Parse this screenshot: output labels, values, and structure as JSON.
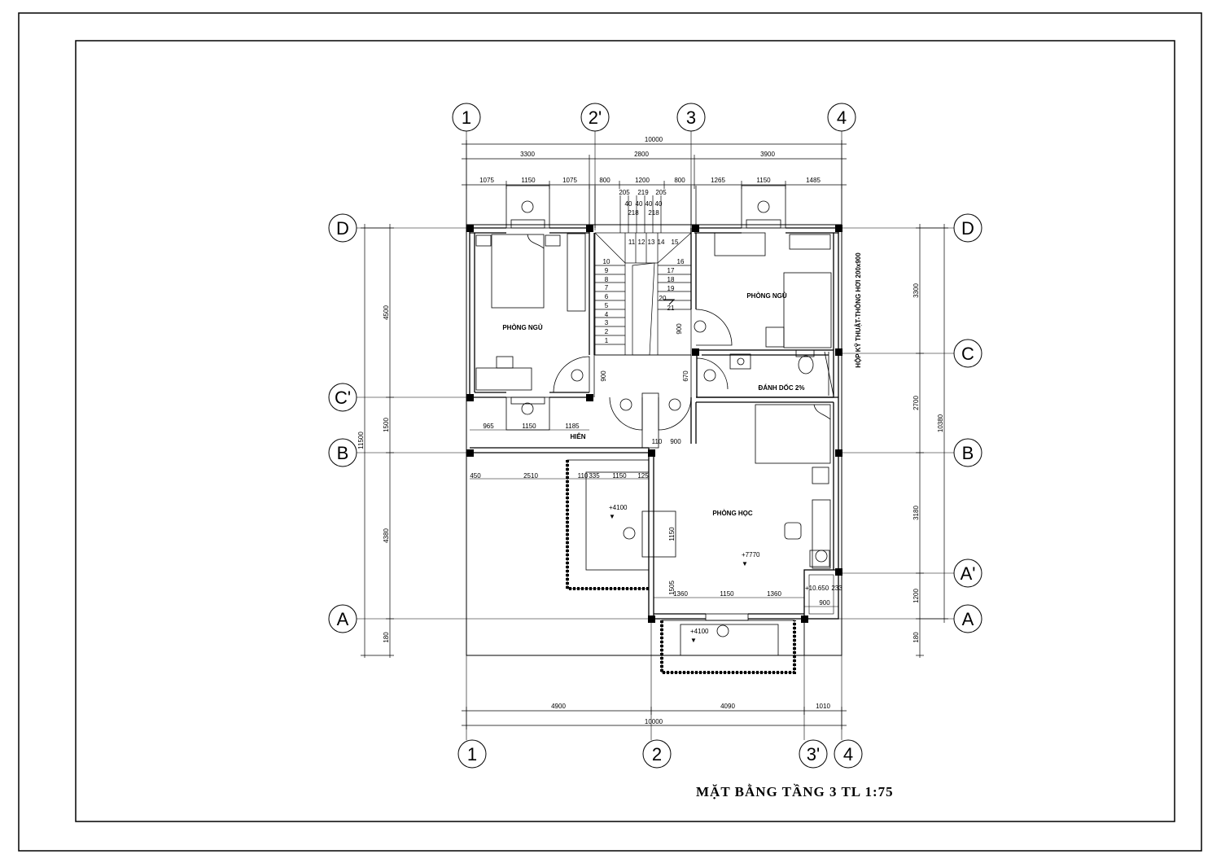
{
  "title": "MẶT BẰNG TẦNG 3 TL 1:75",
  "grid_top": [
    "1",
    "2'",
    "3",
    "4"
  ],
  "grid_bottom": [
    "1",
    "2",
    "3'",
    "4"
  ],
  "grid_left": [
    "D",
    "C'",
    "B",
    "A"
  ],
  "grid_right": [
    "D",
    "C",
    "B",
    "A'",
    "A"
  ],
  "dims_top_total": "10000",
  "dims_top_mid": [
    "3300",
    "2800",
    "3900"
  ],
  "dims_top_detail": [
    "1075",
    "1150",
    "1075",
    "800",
    "1200",
    "800",
    "1265",
    "1150",
    "1485"
  ],
  "dims_bottom_total": "10000",
  "dims_bottom": [
    "4900",
    "4090",
    "1010"
  ],
  "dims_left_total": "11500",
  "dims_left": [
    "4500",
    "1500",
    "4380",
    "180"
  ],
  "dims_right_total": "10380",
  "dims_right": [
    "3300",
    "2700",
    "3180",
    "1200",
    "180"
  ],
  "rooms": {
    "bedroom_left": "PHÒNG NGỦ",
    "bedroom_right": "PHÒNG NGỦ",
    "study": "PHÒNG HỌC",
    "balcony": "HIÊN",
    "slope": "ĐÁNH DỐC 2%",
    "duct": "HỘP KỸ THUẬT-THÔNG HƠI 200x900"
  },
  "levels": {
    "roof_left": "+4100",
    "roof_bottom": "+4100",
    "floor": "+7770",
    "top": "+10.650"
  },
  "inner_dims": {
    "hien": [
      "965",
      "1150",
      "1185"
    ],
    "under_b": [
      "450",
      "2510",
      "110",
      "335",
      "1150",
      "125"
    ],
    "study_bottom": [
      "1360",
      "1150",
      "1360"
    ],
    "corridor": [
      "110",
      "900"
    ],
    "door_left": "900",
    "door_right": "900",
    "wc_door": "670",
    "study_win": "1150",
    "study_side": "1505",
    "aprime": "900",
    "aprime_small": "233"
  },
  "stairs": {
    "left": [
      "10",
      "9",
      "8",
      "7",
      "6",
      "5",
      "4",
      "3",
      "2",
      "1"
    ],
    "top": [
      "11",
      "12",
      "13",
      "14",
      "15"
    ],
    "right": [
      "16",
      "17",
      "18",
      "19",
      "20",
      "21"
    ],
    "dims": [
      "205",
      "219",
      "205"
    ],
    "dims2": [
      "40",
      "40",
      "40",
      "40"
    ],
    "dims3": [
      "218",
      "218"
    ]
  },
  "colors": {
    "line": "#000000",
    "background": "#ffffff"
  }
}
